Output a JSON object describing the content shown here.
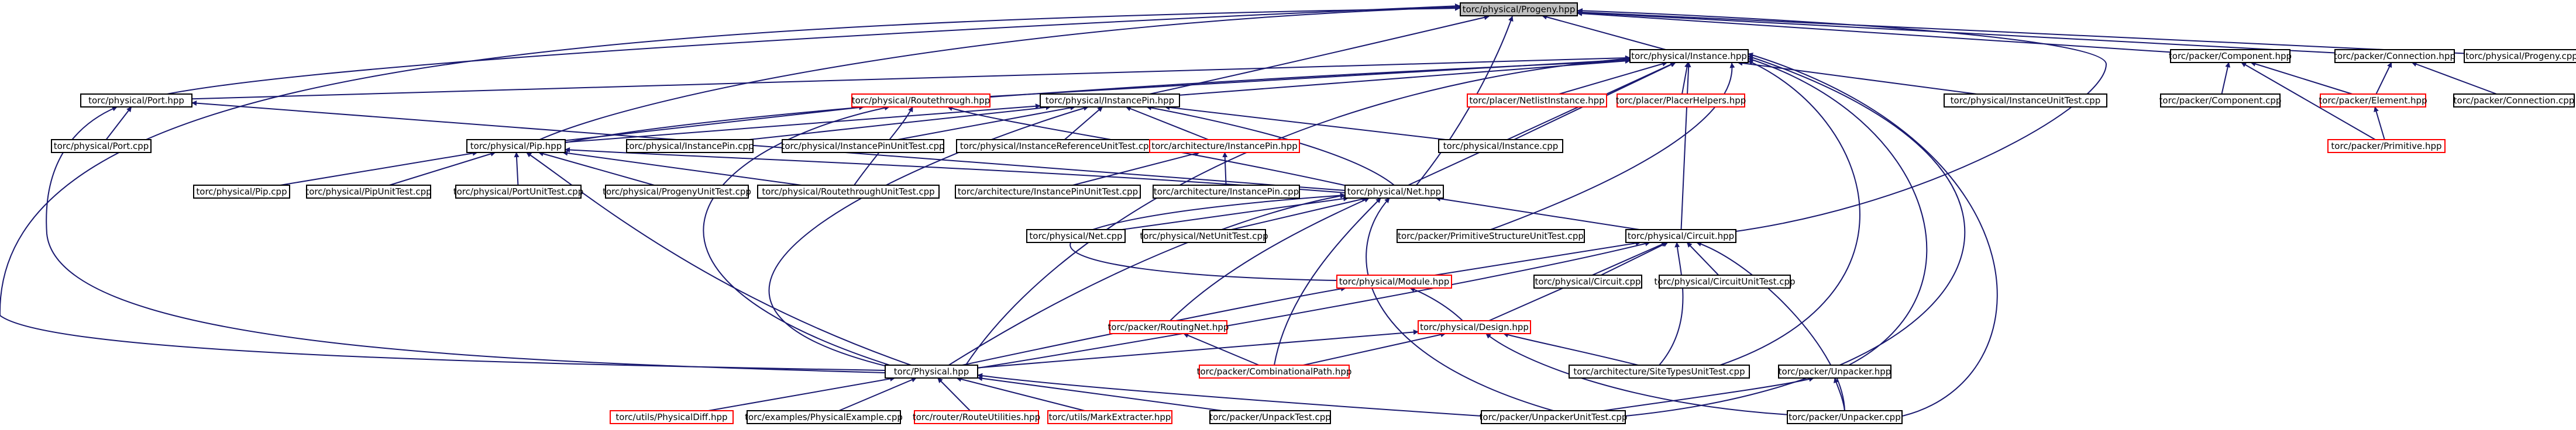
{
  "colors": {
    "edge": "#191970",
    "node_border": "#000000",
    "missing_border": "#ff0000",
    "focus_fill": "#bfbfbf",
    "node_fill": "#ffffff",
    "text": "#000000"
  },
  "nodes": [
    {
      "id": "n0",
      "label": "torc/physical/Progeny.hpp",
      "kind": "focus"
    },
    {
      "id": "n1",
      "label": "torc/physical/Instance.hpp",
      "kind": "normal"
    },
    {
      "id": "n2",
      "label": "torc/packer/Component.hpp",
      "kind": "normal"
    },
    {
      "id": "n3",
      "label": "torc/packer/Connection.hpp",
      "kind": "normal"
    },
    {
      "id": "n4",
      "label": "torc/physical/Progeny.cpp",
      "kind": "normal"
    },
    {
      "id": "n5",
      "label": "torc/physical/Port.hpp",
      "kind": "normal"
    },
    {
      "id": "n6",
      "label": "torc/physical/InstancePin.hpp",
      "kind": "normal"
    },
    {
      "id": "n7",
      "label": "torc/physical/Routethrough.hpp",
      "kind": "missing"
    },
    {
      "id": "n8",
      "label": "torc/placer/NetlistInstance.hpp",
      "kind": "missing"
    },
    {
      "id": "n9",
      "label": "torc/placer/PlacerHelpers.hpp",
      "kind": "missing"
    },
    {
      "id": "n10",
      "label": "torc/physical/InstanceUnitTest.cpp",
      "kind": "normal"
    },
    {
      "id": "n11",
      "label": "torc/packer/Component.cpp",
      "kind": "normal"
    },
    {
      "id": "n12",
      "label": "torc/packer/Element.hpp",
      "kind": "missing"
    },
    {
      "id": "n13",
      "label": "torc/packer/Connection.cpp",
      "kind": "normal"
    },
    {
      "id": "n14",
      "label": "torc/physical/Port.cpp",
      "kind": "normal"
    },
    {
      "id": "n15",
      "label": "torc/physical/Pip.hpp",
      "kind": "normal"
    },
    {
      "id": "n16",
      "label": "torc/physical/InstancePin.cpp",
      "kind": "normal"
    },
    {
      "id": "n17",
      "label": "torc/physical/InstancePinUnitTest.cpp",
      "kind": "normal"
    },
    {
      "id": "n18",
      "label": "torc/physical/InstanceReferenceUnitTest.cpp",
      "kind": "normal"
    },
    {
      "id": "n19",
      "label": "torc/architecture/InstancePin.hpp",
      "kind": "missing"
    },
    {
      "id": "n20",
      "label": "torc/physical/Instance.cpp",
      "kind": "normal"
    },
    {
      "id": "n21",
      "label": "torc/packer/Primitive.hpp",
      "kind": "missing"
    },
    {
      "id": "n22",
      "label": "torc/physical/Pip.cpp",
      "kind": "normal"
    },
    {
      "id": "n23",
      "label": "torc/physical/PipUnitTest.cpp",
      "kind": "normal"
    },
    {
      "id": "n24",
      "label": "torc/physical/PortUnitTest.cpp",
      "kind": "normal"
    },
    {
      "id": "n25",
      "label": "torc/physical/ProgenyUnitTest.cpp",
      "kind": "normal"
    },
    {
      "id": "n26",
      "label": "torc/physical/RoutethroughUnitTest.cpp",
      "kind": "normal"
    },
    {
      "id": "n27",
      "label": "torc/architecture/InstancePinUnitTest.cpp",
      "kind": "normal"
    },
    {
      "id": "n28",
      "label": "torc/architecture/InstancePin.cpp",
      "kind": "normal"
    },
    {
      "id": "n29",
      "label": "torc/physical/Net.hpp",
      "kind": "normal"
    },
    {
      "id": "n30",
      "label": "torc/physical/Net.cpp",
      "kind": "normal"
    },
    {
      "id": "n31",
      "label": "torc/physical/NetUnitTest.cpp",
      "kind": "normal"
    },
    {
      "id": "n32",
      "label": "torc/packer/PrimitiveStructureUnitTest.cpp",
      "kind": "normal"
    },
    {
      "id": "n33",
      "label": "torc/physical/Circuit.hpp",
      "kind": "normal"
    },
    {
      "id": "n34",
      "label": "torc/physical/Module.hpp",
      "kind": "missing"
    },
    {
      "id": "n35",
      "label": "torc/physical/Circuit.cpp",
      "kind": "normal"
    },
    {
      "id": "n36",
      "label": "torc/physical/CircuitUnitTest.cpp",
      "kind": "normal"
    },
    {
      "id": "n37",
      "label": "torc/packer/RoutingNet.hpp",
      "kind": "missing"
    },
    {
      "id": "n38",
      "label": "torc/physical/Design.hpp",
      "kind": "missing"
    },
    {
      "id": "n39",
      "label": "torc/Physical.hpp",
      "kind": "normal"
    },
    {
      "id": "n40",
      "label": "torc/packer/CombinationalPath.hpp",
      "kind": "missing"
    },
    {
      "id": "n41",
      "label": "torc/architecture/SiteTypesUnitTest.cpp",
      "kind": "normal"
    },
    {
      "id": "n42",
      "label": "torc/packer/Unpacker.hpp",
      "kind": "normal"
    },
    {
      "id": "n43",
      "label": "torc/utils/PhysicalDiff.hpp",
      "kind": "missing"
    },
    {
      "id": "n44",
      "label": "torc/examples/PhysicalExample.cpp",
      "kind": "normal"
    },
    {
      "id": "n45",
      "label": "torc/router/RouteUtilities.hpp",
      "kind": "missing"
    },
    {
      "id": "n46",
      "label": "torc/utils/MarkExtracter.hpp",
      "kind": "missing"
    },
    {
      "id": "n47",
      "label": "torc/packer/UnpackTest.cpp",
      "kind": "normal"
    },
    {
      "id": "n48",
      "label": "torc/packer/UnpackerUnitTest.cpp",
      "kind": "normal"
    },
    {
      "id": "n49",
      "label": "torc/packer/Unpacker.cpp",
      "kind": "normal"
    }
  ],
  "edges": [
    [
      "n1",
      "n0"
    ],
    [
      "n2",
      "n0"
    ],
    [
      "n3",
      "n0"
    ],
    [
      "n4",
      "n0"
    ],
    [
      "n5",
      "n0"
    ],
    [
      "n6",
      "n0"
    ],
    [
      "n29",
      "n0"
    ],
    [
      "n39",
      "n0"
    ],
    [
      "n33",
      "n0"
    ],
    [
      "n15",
      "n0"
    ],
    [
      "n5",
      "n1"
    ],
    [
      "n6",
      "n1"
    ],
    [
      "n7",
      "n1"
    ],
    [
      "n8",
      "n1"
    ],
    [
      "n9",
      "n1"
    ],
    [
      "n10",
      "n1"
    ],
    [
      "n15",
      "n1"
    ],
    [
      "n20",
      "n1"
    ],
    [
      "n29",
      "n1"
    ],
    [
      "n32",
      "n1"
    ],
    [
      "n33",
      "n1"
    ],
    [
      "n41",
      "n1"
    ],
    [
      "n42",
      "n1"
    ],
    [
      "n48",
      "n1"
    ],
    [
      "n49",
      "n1"
    ],
    [
      "n39",
      "n1"
    ],
    [
      "n11",
      "n2"
    ],
    [
      "n12",
      "n2"
    ],
    [
      "n21",
      "n2"
    ],
    [
      "n12",
      "n3"
    ],
    [
      "n13",
      "n3"
    ],
    [
      "n21",
      "n12"
    ],
    [
      "n14",
      "n5"
    ],
    [
      "n39",
      "n5"
    ],
    [
      "n29",
      "n5"
    ],
    [
      "n15",
      "n6"
    ],
    [
      "n16",
      "n6"
    ],
    [
      "n17",
      "n6"
    ],
    [
      "n18",
      "n6"
    ],
    [
      "n19",
      "n6"
    ],
    [
      "n20",
      "n6"
    ],
    [
      "n29",
      "n6"
    ],
    [
      "n39",
      "n6"
    ],
    [
      "n15",
      "n7"
    ],
    [
      "n26",
      "n7"
    ],
    [
      "n29",
      "n7"
    ],
    [
      "n39",
      "n7"
    ],
    [
      "n22",
      "n15"
    ],
    [
      "n23",
      "n15"
    ],
    [
      "n24",
      "n15"
    ],
    [
      "n25",
      "n15"
    ],
    [
      "n26",
      "n15"
    ],
    [
      "n29",
      "n15"
    ],
    [
      "n39",
      "n15"
    ],
    [
      "n27",
      "n19"
    ],
    [
      "n28",
      "n19"
    ],
    [
      "n30",
      "n29"
    ],
    [
      "n31",
      "n29"
    ],
    [
      "n33",
      "n29"
    ],
    [
      "n34",
      "n29"
    ],
    [
      "n37",
      "n29"
    ],
    [
      "n40",
      "n29"
    ],
    [
      "n48",
      "n29"
    ],
    [
      "n39",
      "n29"
    ],
    [
      "n34",
      "n33"
    ],
    [
      "n35",
      "n33"
    ],
    [
      "n36",
      "n33"
    ],
    [
      "n38",
      "n33"
    ],
    [
      "n41",
      "n33"
    ],
    [
      "n49",
      "n33"
    ],
    [
      "n39",
      "n33"
    ],
    [
      "n38",
      "n34"
    ],
    [
      "n39",
      "n34"
    ],
    [
      "n40",
      "n37"
    ],
    [
      "n39",
      "n38"
    ],
    [
      "n40",
      "n38"
    ],
    [
      "n41",
      "n38"
    ],
    [
      "n49",
      "n38"
    ],
    [
      "n43",
      "n39"
    ],
    [
      "n44",
      "n39"
    ],
    [
      "n45",
      "n39"
    ],
    [
      "n46",
      "n39"
    ],
    [
      "n47",
      "n39"
    ],
    [
      "n48",
      "n39"
    ],
    [
      "n48",
      "n42"
    ],
    [
      "n49",
      "n42"
    ]
  ]
}
